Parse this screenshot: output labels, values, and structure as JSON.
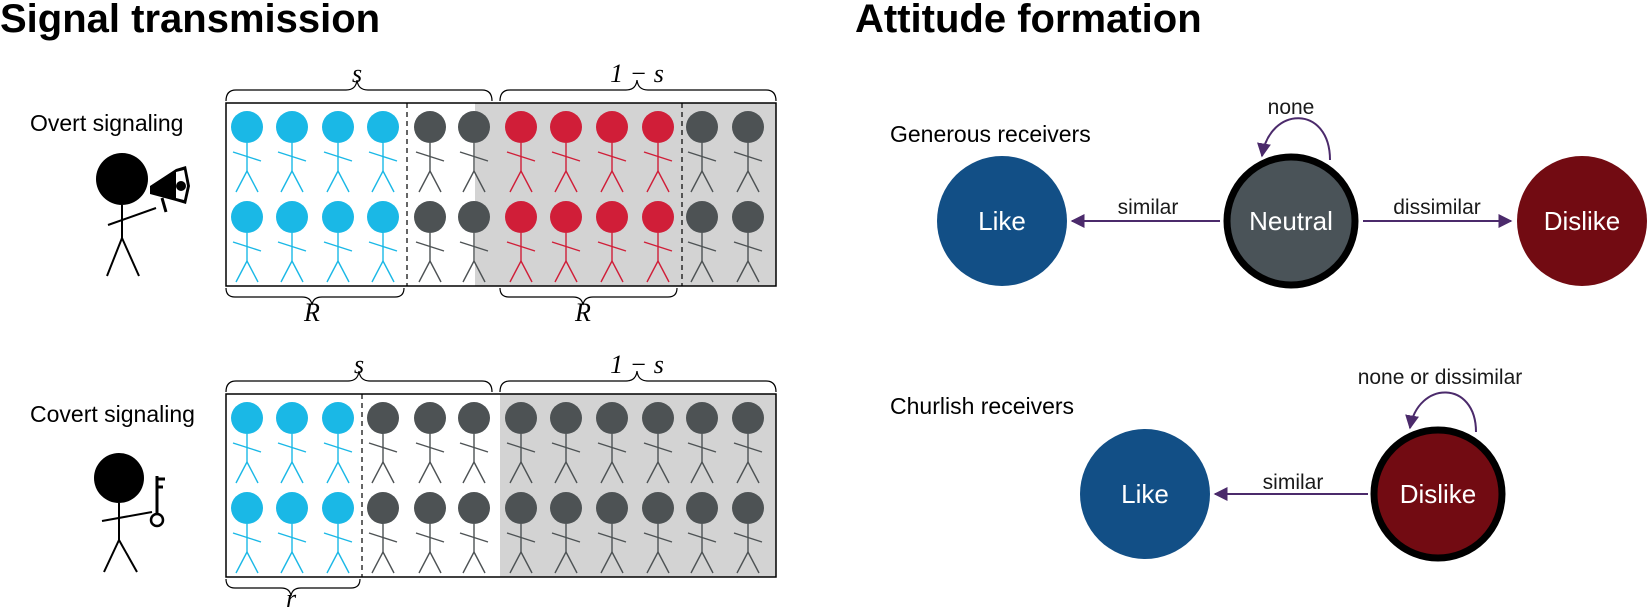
{
  "left": {
    "heading": "Signal transmission",
    "overt": {
      "label": "Overt signaling",
      "brace_s": "s",
      "brace_1ms": "1 − s",
      "brace_left_bottom": "R",
      "brace_right_bottom": "R",
      "signaler_icon": "megaphone-icon"
    },
    "covert": {
      "label": "Covert signaling",
      "brace_s": "s",
      "brace_1ms": "1 − s",
      "brace_left_bottom": "r",
      "signaler_icon": "key-icon"
    }
  },
  "right": {
    "heading": "Attitude formation",
    "generous": {
      "label": "Generous receivers",
      "nodes": {
        "like": "Like",
        "neutral": "Neutral",
        "dislike": "Dislike"
      },
      "edges": {
        "self": "none",
        "to_like": "similar",
        "to_dislike": "dissimilar"
      }
    },
    "churlish": {
      "label": "Churlish receivers",
      "nodes": {
        "like": "Like",
        "dislike": "Dislike"
      },
      "edges": {
        "self": "none or dissimilar",
        "to_like": "similar"
      }
    }
  },
  "colors": {
    "cyan": "#1ab8e6",
    "red": "#d01e38",
    "gray_figure": "#4d5254",
    "panel_shade": "#d3d3d3",
    "like": "#124f86",
    "neutral": "#4a5358",
    "dislike": "#720b12",
    "arrow": "#4b2a6b"
  }
}
